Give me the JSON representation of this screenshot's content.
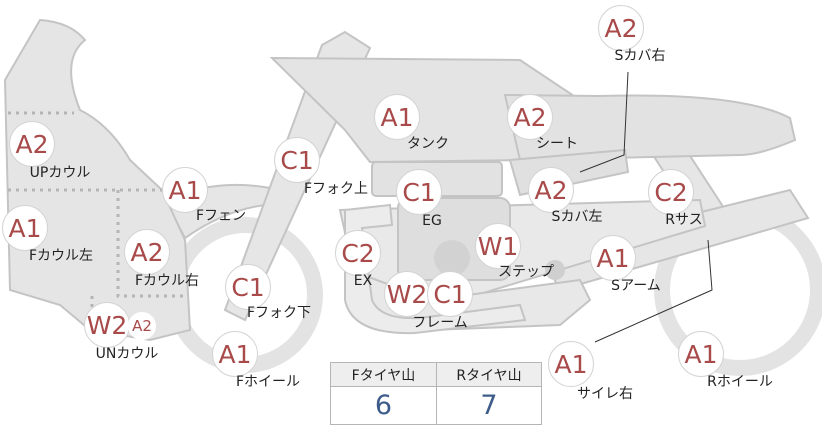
{
  "parts": [
    {
      "id": "s-cover-right",
      "code": "A2",
      "label": "Sカバ右"
    },
    {
      "id": "tank",
      "code": "A1",
      "label": "タンク"
    },
    {
      "id": "seat",
      "code": "A2",
      "label": "シート"
    },
    {
      "id": "upper-cowl",
      "code": "A2",
      "label": "UPカウル"
    },
    {
      "id": "f-fork-upper",
      "code": "C1",
      "label": "Fフォク上"
    },
    {
      "id": "f-fender",
      "code": "A1",
      "label": "Fフェン"
    },
    {
      "id": "engine",
      "code": "C1",
      "label": "EG"
    },
    {
      "id": "s-cover-left",
      "code": "A2",
      "label": "Sカバ左"
    },
    {
      "id": "r-suspension",
      "code": "C2",
      "label": "Rサス"
    },
    {
      "id": "f-cowl-left",
      "code": "A1",
      "label": "Fカウル左"
    },
    {
      "id": "f-cowl-right",
      "code": "A2",
      "label": "Fカウル右"
    },
    {
      "id": "exhaust",
      "code": "C2",
      "label": "EX"
    },
    {
      "id": "step",
      "code": "W1",
      "label": "ステップ"
    },
    {
      "id": "swing-arm",
      "code": "A1",
      "label": "Sアーム"
    },
    {
      "id": "f-fork-lower",
      "code": "C1",
      "label": "Fフォク下"
    },
    {
      "id": "frame",
      "code": "W2",
      "code2": "C1",
      "label": "フレーム"
    },
    {
      "id": "under-cowl",
      "code": "W2",
      "code2": "A2",
      "label": "UNカウル"
    },
    {
      "id": "f-wheel",
      "code": "A1",
      "label": "Fホイール"
    },
    {
      "id": "silencer-right",
      "code": "A1",
      "label": "サイレ右"
    },
    {
      "id": "r-wheel",
      "code": "A1",
      "label": "Rホイール"
    }
  ],
  "tires": {
    "front_header": "Fタイヤ山",
    "rear_header": "Rタイヤ山",
    "front_value": "6",
    "rear_value": "7"
  },
  "colors": {
    "part_fill": "#e6e6e6",
    "part_stroke": "#c2c2c2",
    "code_text": "#a94a4a",
    "value_text": "#3e5c8a"
  }
}
